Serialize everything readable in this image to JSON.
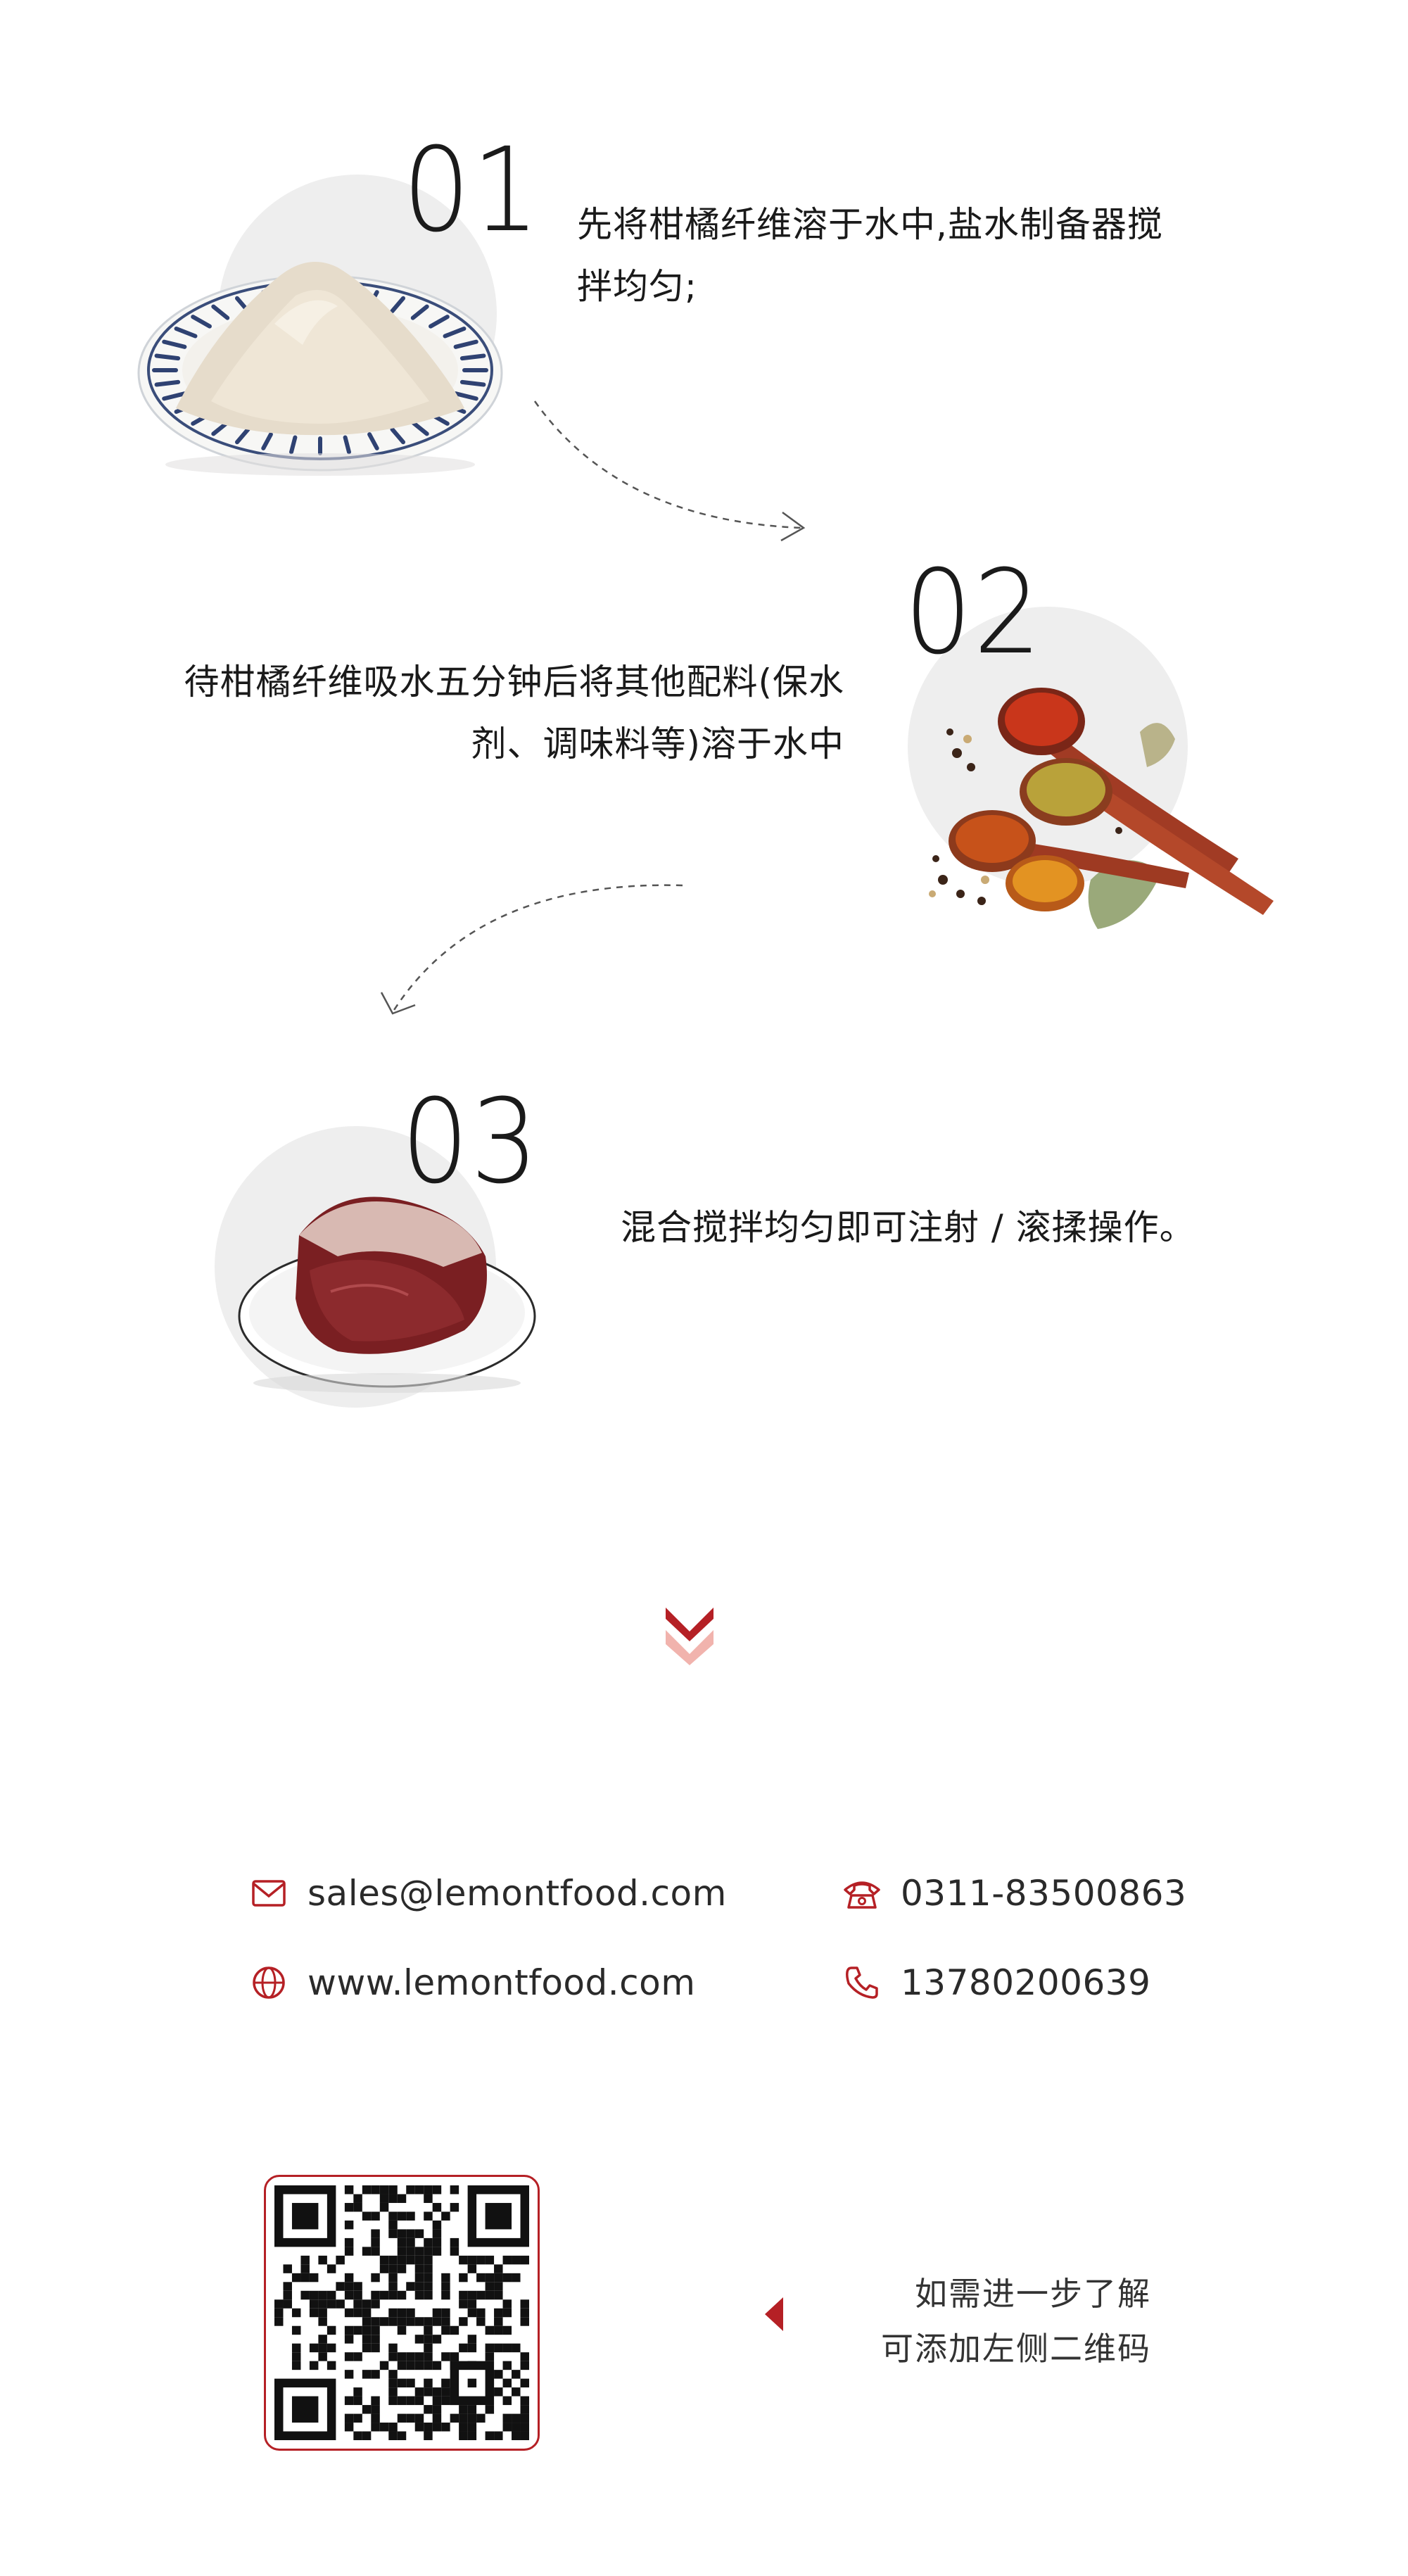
{
  "colors": {
    "accent": "#b52025",
    "accent_light": "#f1b3ad",
    "circle_bg": "#eeeeee",
    "text": "#1a1a1a"
  },
  "steps": [
    {
      "number": "01",
      "lines": [
        "先将柑橘纤维溶于水中,盐水制备器搅",
        "拌均匀;"
      ],
      "image": "bowl-of-fiber-powder"
    },
    {
      "number": "02",
      "lines": [
        "待柑橘纤维吸水五分钟后将其他配料(保水",
        "剂、调味料等)溶于水中"
      ],
      "image": "spice-spoons"
    },
    {
      "number": "03",
      "lines": [
        "混合搅拌均匀即可注射 / 滚揉操作。"
      ],
      "image": "raw-beef-on-plate"
    }
  ],
  "divider_icon": "double-chevron-down-icon",
  "contact": {
    "email": "sales@lemontfood.com",
    "website": "www.lemontfood.com",
    "phone": "0311-83500863",
    "mobile": "13780200639"
  },
  "qr": {
    "line1": "如需进一步了解",
    "line2": "可添加左侧二维码",
    "pointer_icon": "triangle-left-icon"
  }
}
